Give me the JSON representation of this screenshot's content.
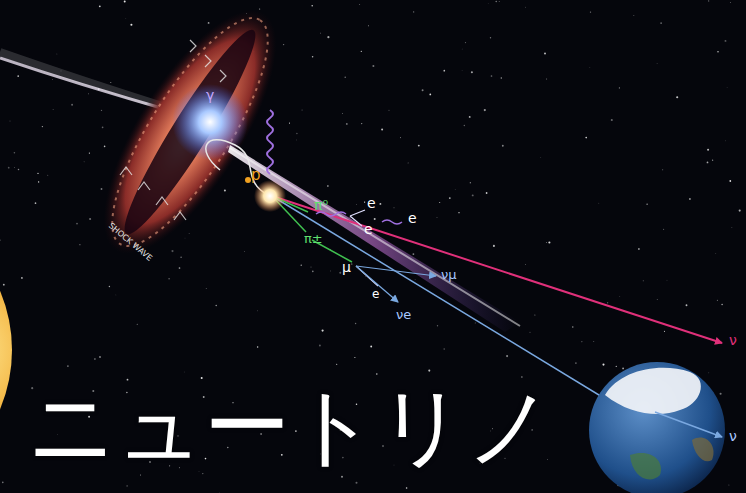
{
  "diagram": {
    "labels": [
      "SHOCK WAVE",
      "γ",
      "p",
      "π⁰",
      "π±",
      "e",
      "e",
      "e",
      "μ",
      "e",
      "νμ",
      "νe",
      "ν",
      "ν",
      "ニュートリノ"
    ]
  }
}
